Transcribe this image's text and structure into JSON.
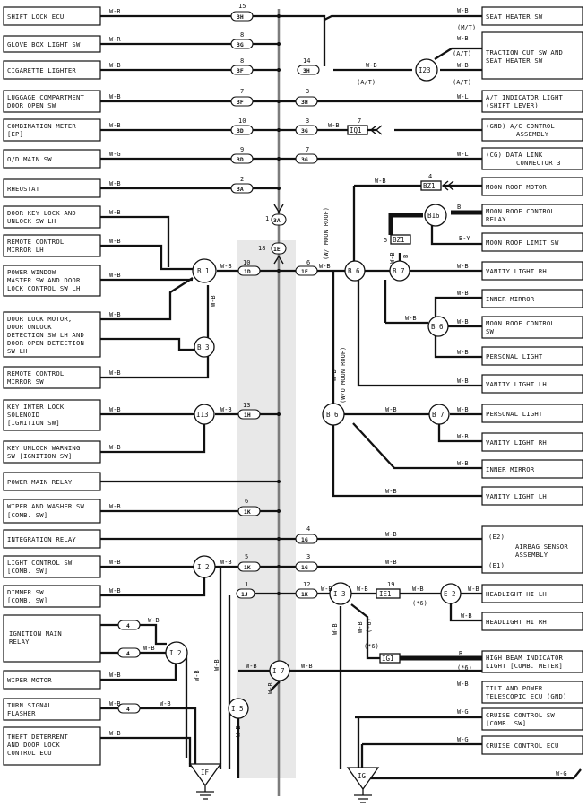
{
  "components_left": [
    {
      "id": "shift-lock-ecu",
      "label": [
        "SHIFT LOCK ECU"
      ],
      "wire": "W-R",
      "conn": "3H",
      "pin": "15"
    },
    {
      "id": "glove-box-light-sw",
      "label": [
        "GLOVE BOX LIGHT SW"
      ],
      "wire": "W-R",
      "conn": "3G",
      "pin": "8"
    },
    {
      "id": "cigarette-lighter",
      "label": [
        "CIGARETTE LIGHTER"
      ],
      "wire": "W-B",
      "conn": "3F",
      "pin": "8"
    },
    {
      "id": "luggage-compartment-door-open-sw",
      "label": [
        "LUGGAGE COMPARTMENT",
        "DOOR OPEN SW"
      ],
      "wire": "W-B",
      "conn": "3F",
      "pin": "7"
    },
    {
      "id": "combination-meter-ep",
      "label": [
        "COMBINATION METER",
        "[EP]"
      ],
      "wire": "W-B",
      "conn": "3D",
      "pin": "10"
    },
    {
      "id": "od-main-sw",
      "label": [
        "O/D MAIN SW"
      ],
      "wire": "W-G",
      "conn": "3D",
      "pin": "9"
    },
    {
      "id": "rheostat",
      "label": [
        "RHEOSTAT"
      ],
      "wire": "W-B",
      "conn": "3A",
      "pin": "2"
    },
    {
      "id": "door-key-lock-sw-lh",
      "label": [
        "DOOR KEY LOCK AND",
        "UNLOCK SW LH"
      ],
      "wire": "W-B"
    },
    {
      "id": "remote-control-mirror-lh",
      "label": [
        "REMOTE CONTROL",
        "MIRROR LH"
      ],
      "wire": "W-B"
    },
    {
      "id": "power-window-master-sw",
      "label": [
        "POWER WINDOW",
        "MASTER SW AND DOOR",
        "LOCK CONTROL SW LH"
      ],
      "wire": "W-B"
    },
    {
      "id": "door-lock-motor-lh",
      "label": [
        "DOOR LOCK MOTOR,",
        "DOOR UNLOCK",
        "DETECTION SW LH AND",
        "DOOR OPEN DETECTION",
        "SW LH"
      ],
      "wire": "W-B"
    },
    {
      "id": "remote-control-mirror-sw",
      "label": [
        "REMOTE CONTROL",
        "MIRROR SW"
      ],
      "wire": "W-B"
    },
    {
      "id": "key-interlock-solenoid",
      "label": [
        "KEY INTER LOCK",
        "SOLENOID",
        "[IGNITION SW]"
      ],
      "wire": "W-B"
    },
    {
      "id": "key-unlock-warning-sw",
      "label": [
        "KEY UNLOCK WARNING",
        "SW [IGNITION SW]"
      ],
      "wire": "W-B"
    },
    {
      "id": "power-main-relay",
      "label": [
        "POWER MAIN RELAY"
      ],
      "wire": ""
    },
    {
      "id": "wiper-and-washer-sw",
      "label": [
        "WIPER AND WASHER SW",
        "[COMB. SW]"
      ],
      "wire": "W-B"
    },
    {
      "id": "integration-relay",
      "label": [
        "INTEGRATION RELAY"
      ],
      "wire": ""
    },
    {
      "id": "light-control-sw",
      "label": [
        "LIGHT CONTROL SW",
        "[COMB. SW]"
      ],
      "wire": "W-B"
    },
    {
      "id": "dimmer-sw",
      "label": [
        "DIMMER SW",
        "[COMB. SW]"
      ],
      "wire": "W-B"
    },
    {
      "id": "ignition-main-relay",
      "label": [
        "IGNITION MAIN",
        "RELAY"
      ],
      "wire": ""
    },
    {
      "id": "wiper-motor",
      "label": [
        "WIPER MOTOR"
      ],
      "wire": "W-B"
    },
    {
      "id": "turn-signal-flasher",
      "label": [
        "TURN SIGNAL",
        "FLASHER"
      ],
      "wire": "W-B"
    },
    {
      "id": "theft-deterrent-ecu",
      "label": [
        "THEFT DETERRENT",
        "AND DOOR LOCK",
        "CONTROL ECU"
      ],
      "wire": "W-B"
    }
  ],
  "components_right": [
    {
      "id": "seat-heater-sw",
      "label": [
        "SEAT HEATER SW"
      ],
      "wire": "W-B",
      "note": "(M/T)"
    },
    {
      "id": "traction-cut-sw",
      "label": [
        "TRACTION CUT SW AND",
        "SEAT HEATER SW"
      ],
      "wire": "W-B",
      "note": "(A/T)"
    },
    {
      "id": "at-indicator-light",
      "label": [
        "A/T INDICATOR LIGHT",
        "(SHIFT LEVER)"
      ],
      "wire": "W-L"
    },
    {
      "id": "ac-control-assembly",
      "label": [
        "(GND) A/C CONTROL",
        "ASSEMBLY"
      ],
      "wire": "W-B"
    },
    {
      "id": "data-link-connector-3",
      "label": [
        "(CG)  DATA LINK",
        "CONNECTOR 3"
      ],
      "wire": "W-L"
    },
    {
      "id": "moon-roof-motor",
      "label": [
        "MOON ROOF MOTOR"
      ],
      "wire": "W-B"
    },
    {
      "id": "moon-roof-control-relay",
      "label": [
        "MOON ROOF CONTROL",
        "RELAY"
      ],
      "wire": "B"
    },
    {
      "id": "moon-roof-limit-sw",
      "label": [
        "MOON ROOF LIMIT SW"
      ],
      "wire": "B-Y"
    },
    {
      "id": "vanity-light-rh-1",
      "label": [
        "VANITY LIGHT RH"
      ],
      "wire": "W-B"
    },
    {
      "id": "inner-mirror-1",
      "label": [
        "INNER MIRROR"
      ],
      "wire": "W-B"
    },
    {
      "id": "moon-roof-control-sw",
      "label": [
        "MOON ROOF CONTROL",
        "SW"
      ],
      "wire": "W-B"
    },
    {
      "id": "personal-light-1",
      "label": [
        "PERSONAL LIGHT"
      ],
      "wire": "W-B"
    },
    {
      "id": "vanity-light-lh-1",
      "label": [
        "VANITY LIGHT LH"
      ],
      "wire": "W-B"
    },
    {
      "id": "personal-light-2",
      "label": [
        "PERSONAL LIGHT"
      ],
      "wire": "W-B"
    },
    {
      "id": "vanity-light-rh-2",
      "label": [
        "VANITY LIGHT RH"
      ],
      "wire": "W-B"
    },
    {
      "id": "inner-mirror-2",
      "label": [
        "INNER MIRROR"
      ],
      "wire": "W-B"
    },
    {
      "id": "vanity-light-lh-2",
      "label": [
        "VANITY LIGHT LH"
      ],
      "wire": "W-B"
    },
    {
      "id": "airbag-sensor-assembly",
      "label": [
        "AIRBAG SENSOR",
        "ASSEMBLY"
      ],
      "wire": "W-B",
      "pins": [
        "(E2)",
        "(E1)"
      ]
    },
    {
      "id": "headlight-hi-lh",
      "label": [
        "HEADLIGHT HI LH"
      ],
      "wire": "W-B"
    },
    {
      "id": "headlight-hi-rh",
      "label": [
        "HEADLIGHT HI RH"
      ],
      "wire": "W-B"
    },
    {
      "id": "high-beam-indicator",
      "label": [
        "HIGH BEAM INDICATOR",
        "LIGHT [COMB. METER]"
      ],
      "wire": "R",
      "note": "(*6)"
    },
    {
      "id": "tilt-telescopic-ecu",
      "label": [
        "TILT AND POWER",
        "TELESCOPIC ECU (GND)"
      ],
      "wire": "W-B"
    },
    {
      "id": "cruise-control-sw",
      "label": [
        "CRUISE CONTROL SW",
        "[COMB. SW]"
      ],
      "wire": "W-G"
    },
    {
      "id": "cruise-control-ecu",
      "label": [
        "CRUISE CONTROL ECU"
      ],
      "wire": "W-G"
    }
  ],
  "connectors_center": [
    {
      "code": "3H",
      "pin": "14",
      "wire_out": "W-B",
      "note": "(A/T)"
    },
    {
      "code": "3H",
      "pin": "3",
      "wire_out": "W-L"
    },
    {
      "code": "3G",
      "pin": "3",
      "wire_out": "W-B"
    },
    {
      "code": "3G",
      "pin": "7",
      "wire_out": "W-L"
    },
    {
      "code": "3A",
      "pin": "1"
    },
    {
      "code": "1E",
      "pin": "18"
    },
    {
      "code": "1D",
      "pin": "10",
      "wire": "W-B"
    },
    {
      "code": "1F",
      "pin": "6",
      "wire": "W-B"
    },
    {
      "code": "1H",
      "pin": "13",
      "wire": "W-B"
    },
    {
      "code": "1K",
      "pin": "6",
      "wire": "W-B"
    },
    {
      "code": "1G",
      "pin": "4",
      "wire": "W-B"
    },
    {
      "code": "1K",
      "pin": "5",
      "wire": "W-B"
    },
    {
      "code": "1G",
      "pin": "3",
      "wire": "W-B"
    },
    {
      "code": "1J",
      "pin": "1"
    },
    {
      "code": "1K",
      "pin": "12",
      "wire": "W-B"
    }
  ],
  "junctions": [
    "I23",
    "IQ1",
    "BZ1",
    "B16",
    "BZ1",
    "B 6",
    "B 7",
    "B 1",
    "B 3",
    "I13",
    "B 6",
    "B 6",
    "B 7",
    "I 2",
    "I 3",
    "IE1",
    "E 2",
    "IG1",
    "I 2",
    "I 7",
    "I 5"
  ],
  "grounds": [
    "IF",
    "IG"
  ],
  "annotations": {
    "w_moon_roof": "(W/ MOON ROOF)",
    "wo_moon_roof": "(W/O MOON ROOF)",
    "star6": "(*6)",
    "at": "(A/T)",
    "mt": "(M/T)",
    "four": "4",
    "five": "5",
    "seven": "7",
    "nineteen": "19"
  }
}
